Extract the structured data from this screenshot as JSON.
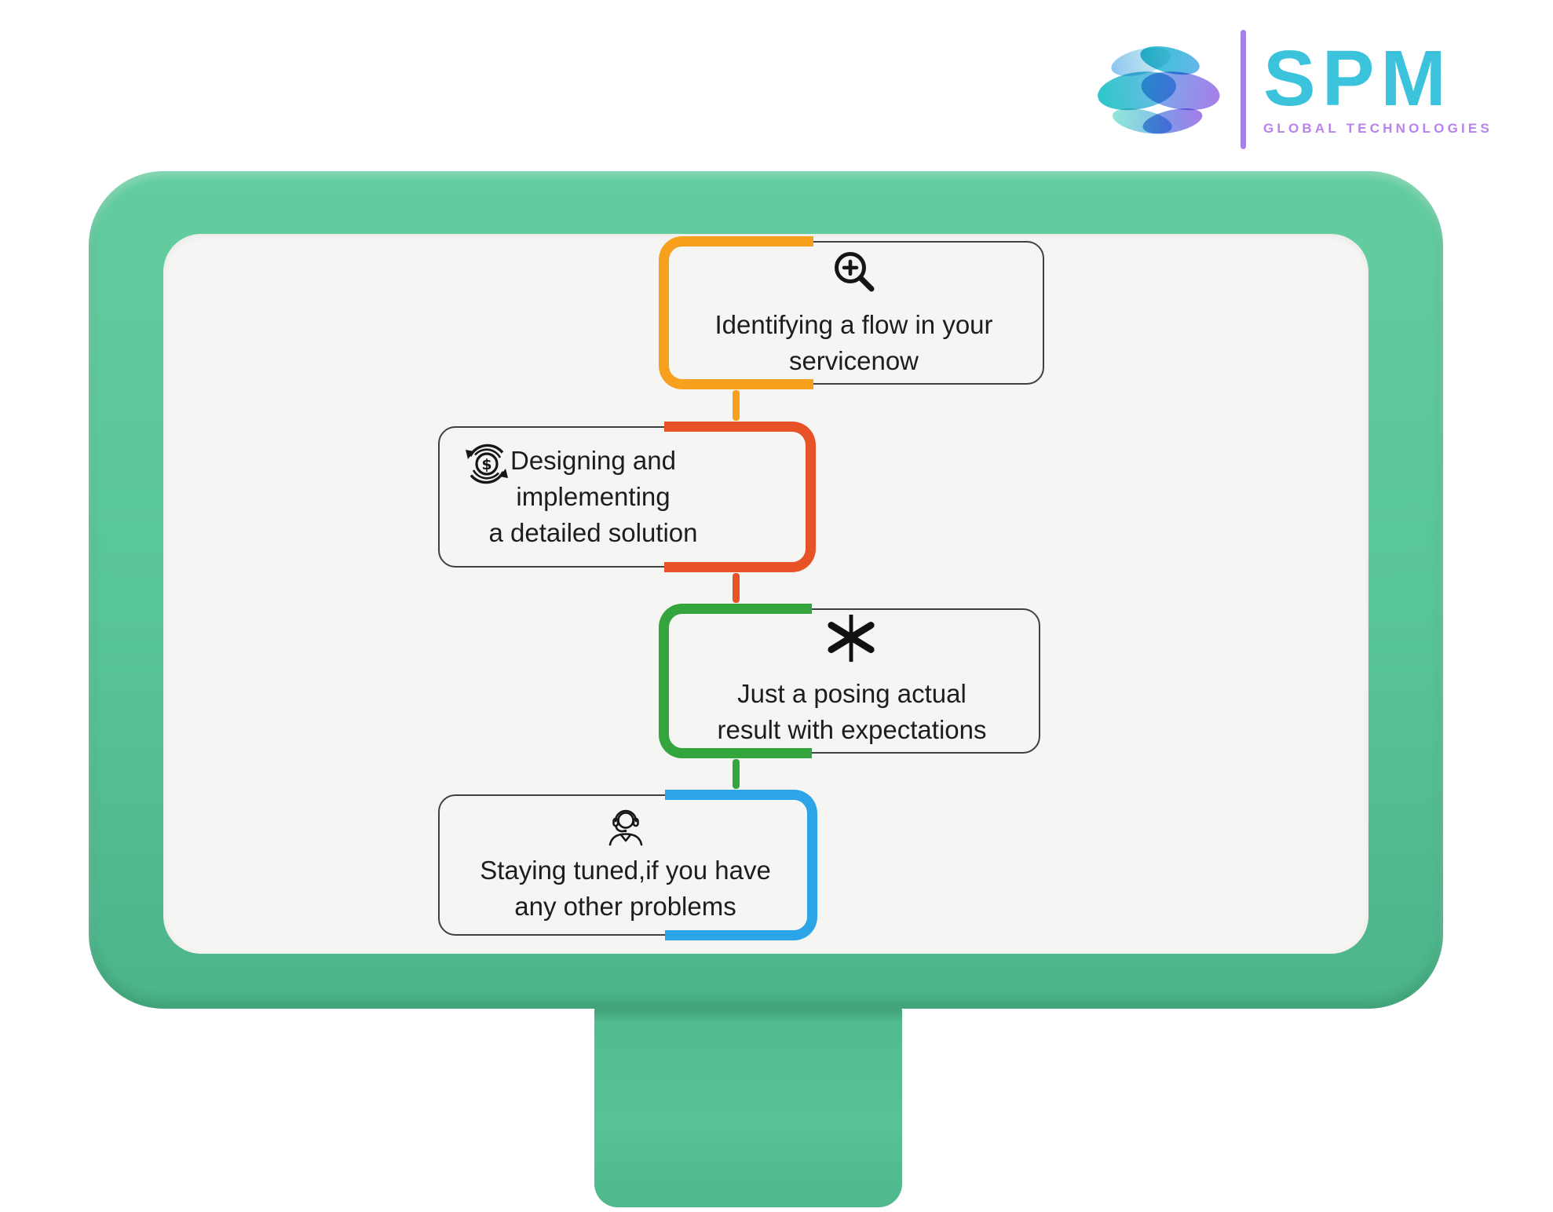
{
  "logo": {
    "brand": "SPM",
    "tagline": "GLOBAL TECHNOLOGIES",
    "brand_color": "#3bc3dc",
    "tagline_color": "#b983ea",
    "divider_color": "#a77fe8",
    "globe_icon": "globe-waves-icon"
  },
  "monitor": {
    "frame_color": "#58c497",
    "screen_color": "#f5f5f3",
    "stand_color": "#55c095"
  },
  "steps": [
    {
      "icon": "zoom-in-icon",
      "accent_color": "#f7a01d",
      "accent_side": "left",
      "lines": [
        "Identifying a flow in your",
        "servicenow"
      ]
    },
    {
      "icon": "currency-cycle-icon",
      "accent_color": "#e85227",
      "accent_side": "right",
      "lines": [
        "Designing and",
        "implementing",
        "a detailed solution"
      ]
    },
    {
      "icon": "asterisk-icon",
      "accent_color": "#33a53c",
      "accent_side": "left",
      "lines": [
        "Just a posing actual",
        "result with expectations"
      ]
    },
    {
      "icon": "support-agent-icon",
      "accent_color": "#2ba5e8",
      "accent_side": "right",
      "lines": [
        "Staying tuned,if you have",
        "any other problems"
      ]
    }
  ],
  "connectors": [
    {
      "between": "step-1/step-2",
      "color": "#f7a01d"
    },
    {
      "between": "step-2/step-3",
      "color": "#e85227"
    },
    {
      "between": "step-3/step-4",
      "color": "#33a53c"
    }
  ]
}
